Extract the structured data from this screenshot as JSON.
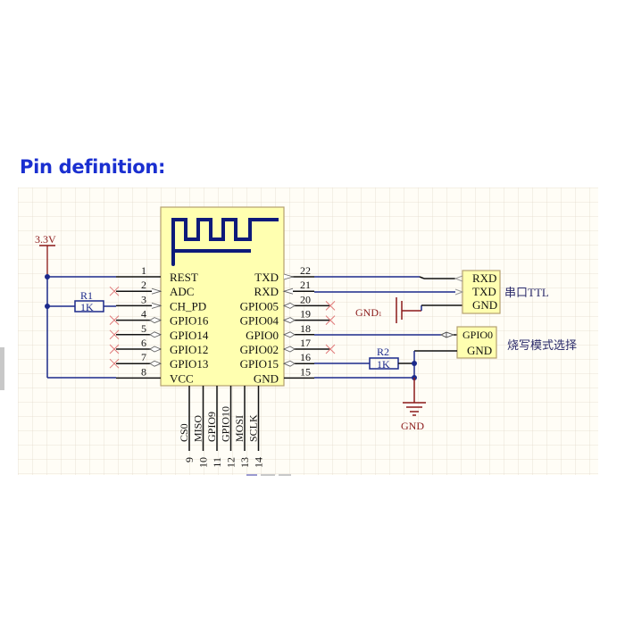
{
  "title": "Pin definition:",
  "colors": {
    "title": "#1a2fd0",
    "wire": "#1c2a8c",
    "pin_line": "#111111",
    "chip_fill": "#ffffb0",
    "chip_border": "#b5a070",
    "power": "#8b1a1a",
    "no_connect": "#e07a7a",
    "net_text": "#2a2a6a",
    "junction": "#1c2a8c"
  },
  "power": {
    "vcc_label": "3.3V",
    "gnd_label": "GND",
    "gnd1_label": "GND1"
  },
  "resistors": [
    {
      "ref": "R1",
      "value": "1K"
    },
    {
      "ref": "R2",
      "value": "1K"
    }
  ],
  "chip": {
    "left_pins": [
      {
        "num": "1",
        "name": "REST",
        "nc": false
      },
      {
        "num": "2",
        "name": "ADC",
        "nc": true
      },
      {
        "num": "3",
        "name": "CH_PD",
        "nc": false
      },
      {
        "num": "4",
        "name": "GPIO16",
        "nc": true
      },
      {
        "num": "5",
        "name": "GPIO14",
        "nc": true
      },
      {
        "num": "6",
        "name": "GPIO12",
        "nc": true
      },
      {
        "num": "7",
        "name": "GPIO13",
        "nc": true
      },
      {
        "num": "8",
        "name": "VCC",
        "nc": false
      }
    ],
    "right_pins": [
      {
        "num": "22",
        "name": "TXD",
        "nc": false
      },
      {
        "num": "21",
        "name": "RXD",
        "nc": false
      },
      {
        "num": "20",
        "name": "GPIO05",
        "nc": true
      },
      {
        "num": "19",
        "name": "GPIO04",
        "nc": true
      },
      {
        "num": "18",
        "name": "GPIO0",
        "nc": false
      },
      {
        "num": "17",
        "name": "GPIO02",
        "nc": true
      },
      {
        "num": "16",
        "name": "GPIO15",
        "nc": false
      },
      {
        "num": "15",
        "name": "GND",
        "nc": false
      }
    ],
    "bottom_pins": [
      {
        "num": "9",
        "name": "CS0"
      },
      {
        "num": "10",
        "name": "MISO"
      },
      {
        "num": "11",
        "name": "GPIO9"
      },
      {
        "num": "12",
        "name": "GPIO10"
      },
      {
        "num": "13",
        "name": "MOSI"
      },
      {
        "num": "14",
        "name": "SCLK"
      }
    ]
  },
  "connectors": {
    "serial": {
      "pins": [
        "RXD",
        "TXD",
        "GND"
      ],
      "label": "串口TTL"
    },
    "flash_mode": {
      "pins": [
        "GPIO0",
        "GND"
      ],
      "label": "烧写模式选择"
    }
  }
}
